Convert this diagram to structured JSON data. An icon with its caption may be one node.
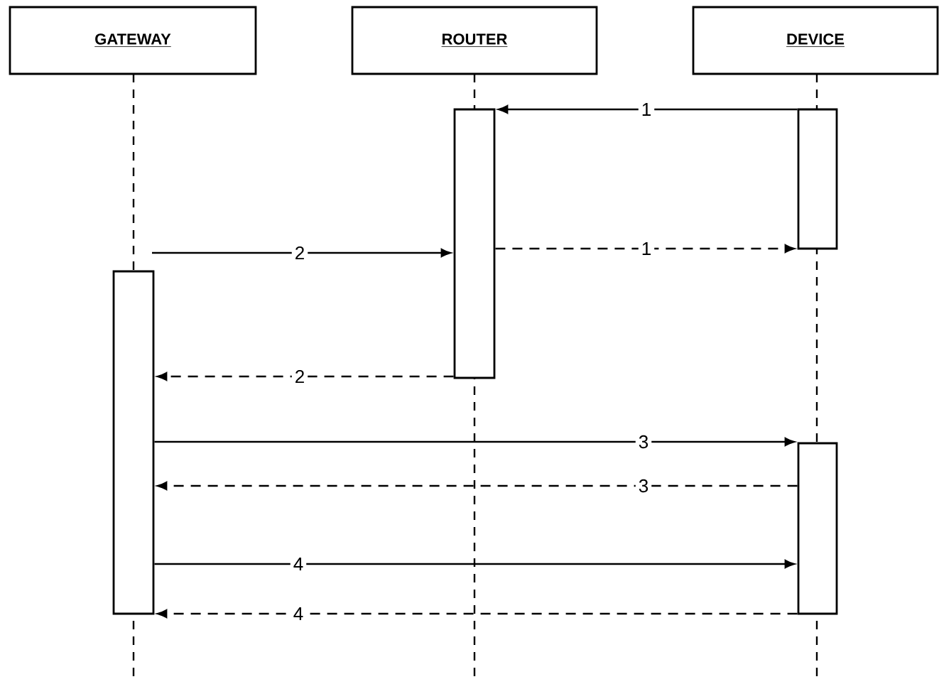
{
  "diagram": {
    "nodes": [
      {
        "text": [
          "GATEWAY"
        ]
      },
      {
        "text": [
          "ROUTER"
        ]
      },
      {
        "text": [
          "DEVICE"
        ]
      },
      {
        "text": [],
        "shape": "bar"
      },
      {
        "text": [],
        "shape": "bar"
      },
      {
        "text": [],
        "shape": "bar"
      },
      {
        "text": [],
        "shape": "bar"
      }
    ],
    "edges": [
      {
        "from": 4,
        "to": 3,
        "arrow": "to",
        "label": "1"
      },
      {
        "from": 3,
        "to": 4,
        "arrow": "to",
        "label": "1",
        "style": "dashed"
      },
      {
        "from": null,
        "to": 3,
        "arrow": "to",
        "label": "2"
      },
      {
        "from": 3,
        "to": 5,
        "arrow": "to",
        "label": "2",
        "style": "dashed"
      },
      {
        "from": 5,
        "to": 6,
        "arrow": "to",
        "label": "3"
      },
      {
        "from": 6,
        "to": 5,
        "arrow": "to",
        "label": "3",
        "style": "dashed"
      },
      {
        "from": 5,
        "to": 6,
        "arrow": "to",
        "label": "4"
      },
      {
        "from": 6,
        "to": 5,
        "arrow": "to",
        "label": "4",
        "style": "dashed"
      }
    ]
  }
}
